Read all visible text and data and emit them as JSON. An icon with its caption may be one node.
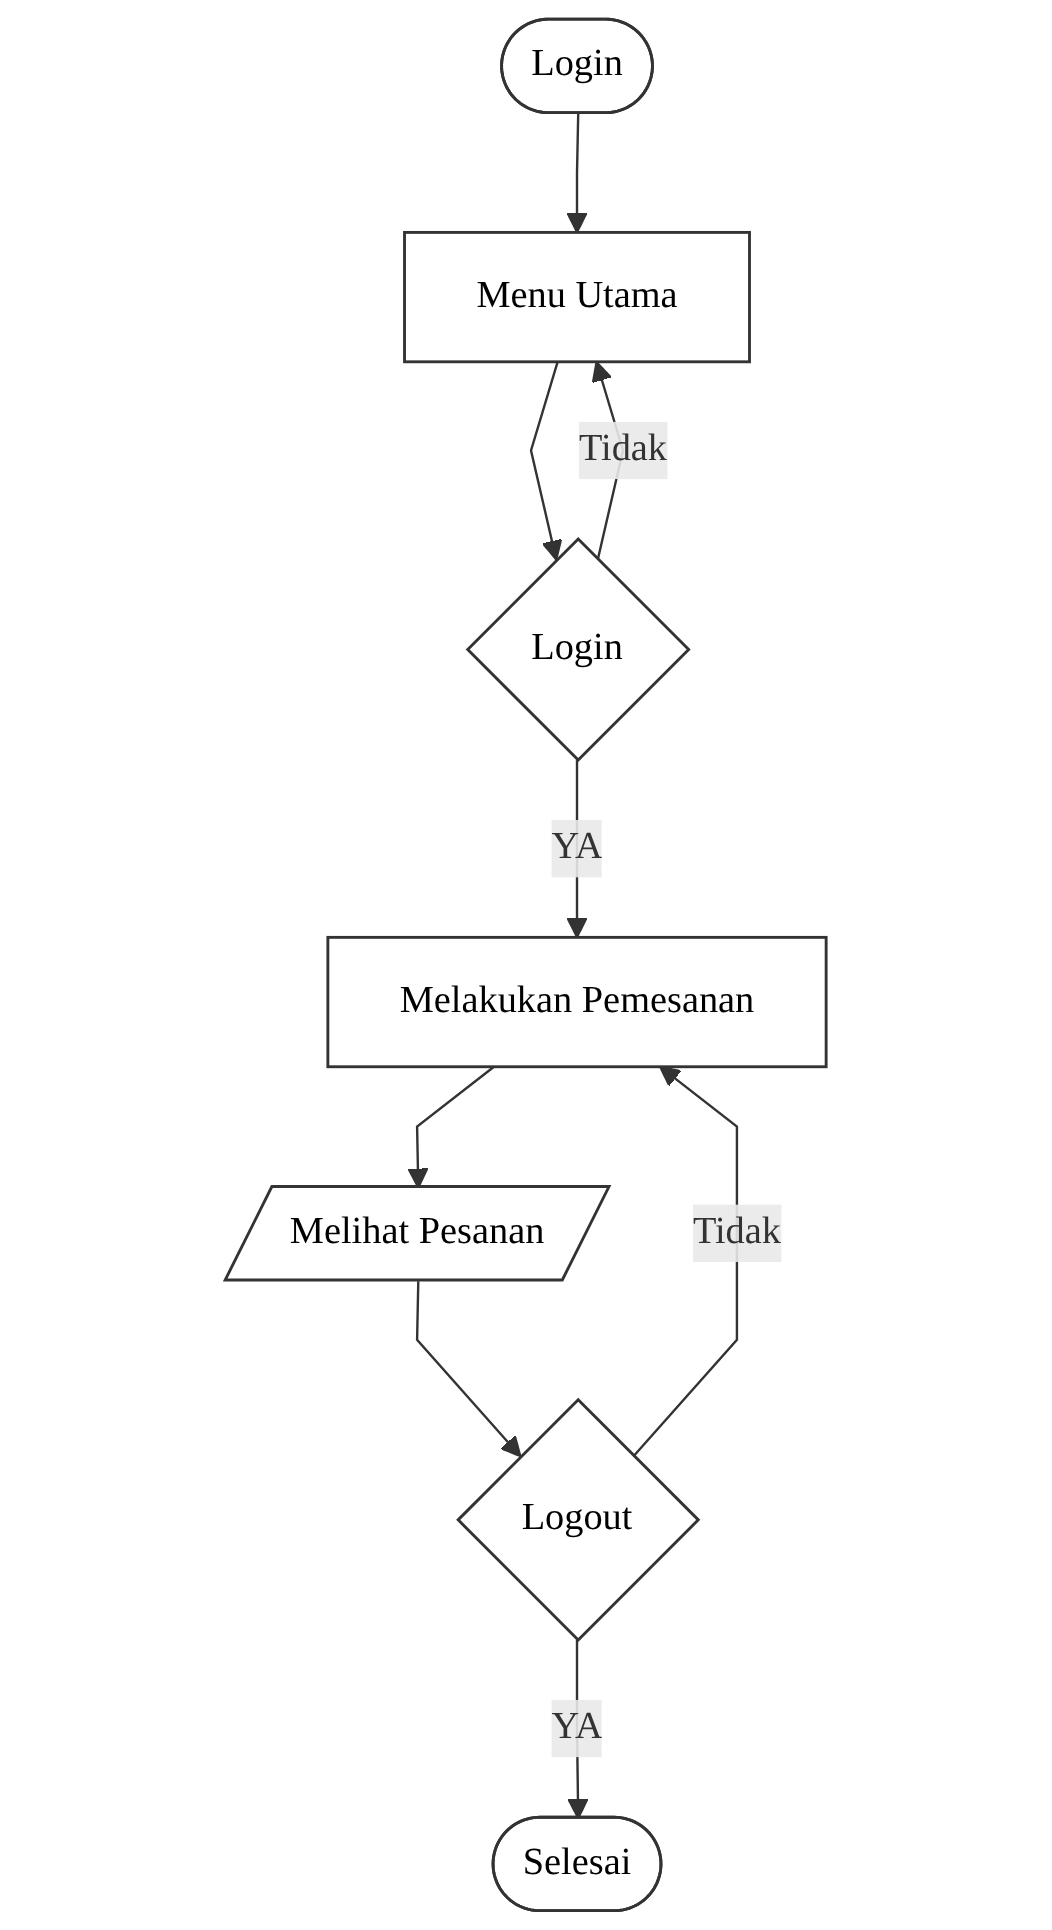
{
  "diagram": {
    "nodes": [
      {
        "text": [
          "Login"
        ]
      },
      {
        "text": [
          "Menu Utama"
        ]
      },
      {
        "text": [
          "Login"
        ]
      },
      {
        "text": [
          "Melakukan Pemesanan"
        ]
      },
      {
        "text": [
          "Melihat Pesanan"
        ]
      },
      {
        "text": [
          "Logout"
        ]
      },
      {
        "text": [
          "Selesai"
        ]
      }
    ],
    "edges": [
      {
        "from": 0,
        "to": 1,
        "arrow": "to"
      },
      {
        "from": 1,
        "to": 2,
        "arrow": "to"
      },
      {
        "from": 2,
        "to": 1,
        "label": "Tidak",
        "arrow": "to"
      },
      {
        "from": 2,
        "to": 3,
        "label": "YA",
        "arrow": "to"
      },
      {
        "from": 3,
        "to": 4,
        "arrow": "to"
      },
      {
        "from": 4,
        "to": 5,
        "arrow": "to"
      },
      {
        "from": 5,
        "to": 3,
        "label": "Tidak",
        "arrow": "to"
      },
      {
        "from": 5,
        "to": 6,
        "label": "YA",
        "arrow": "to"
      }
    ]
  }
}
